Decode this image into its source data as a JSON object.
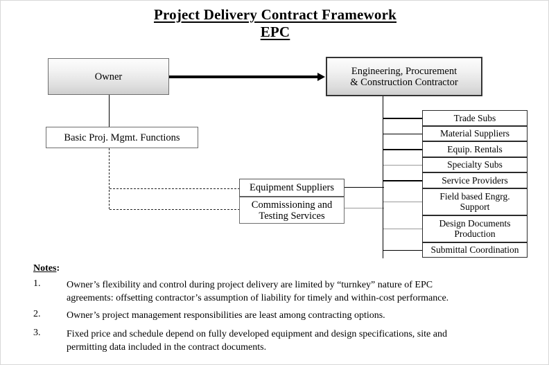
{
  "title": {
    "line1": "Project Delivery Contract Framework",
    "line2": "EPC"
  },
  "diagram": {
    "owner_box": "Owner",
    "epc_box_line1": "Engineering, Procurement",
    "epc_box_line2": "& Construction Contractor",
    "basic_functions_box": "Basic Proj. Mgmt. Functions",
    "equipment_suppliers_box": "Equipment Suppliers",
    "commissioning_box_line1": "Commissioning and",
    "commissioning_box_line2": "Testing Services",
    "subcontractors": [
      {
        "label": "Trade Subs",
        "lines": 1
      },
      {
        "label": "Material Suppliers",
        "lines": 1
      },
      {
        "label": "Equip. Rentals",
        "lines": 1
      },
      {
        "label": "Specialty Subs",
        "lines": 1
      },
      {
        "label": "Service Providers",
        "lines": 1
      },
      {
        "label": "Field based Engrg.",
        "label2": "Support",
        "lines": 2
      },
      {
        "label": "Design Documents",
        "label2": "Production",
        "lines": 2
      },
      {
        "label": "Submittal Coordination",
        "lines": 1
      }
    ]
  },
  "notes": {
    "heading": "Notes",
    "heading_colon": ":",
    "items": [
      {
        "number": "1.",
        "line1": "Owner’s flexibility and control during project delivery are limited by “turnkey” nature of EPC",
        "line2": "agreements: offsetting contractor’s assumption of liability for timely and within-cost performance."
      },
      {
        "number": "2.",
        "line1": "Owner’s project management responsibilities are least among contracting options.",
        "line2": ""
      },
      {
        "number": "3.",
        "line1": "Fixed price and schedule depend on fully developed equipment and design specifications, site and",
        "line2": "permitting data included in the contract documents."
      }
    ]
  },
  "colors": {
    "line": "#000000",
    "line_light": "#9a9a9a",
    "box_border": "#2a2a2a",
    "page_border": "#d8d8d8"
  }
}
